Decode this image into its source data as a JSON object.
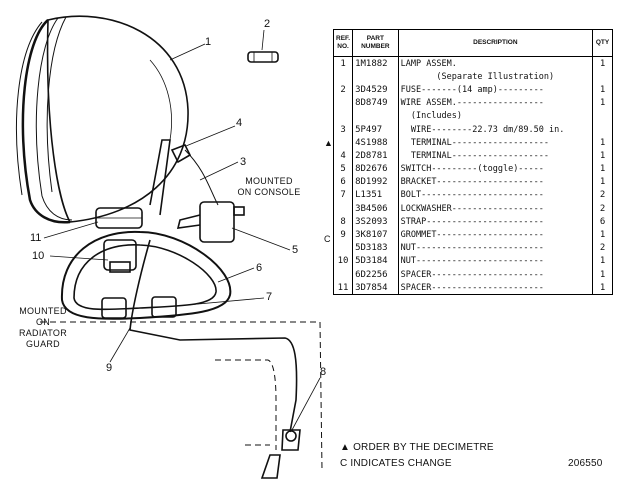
{
  "diagram": {
    "callouts": [
      "1",
      "2",
      "3",
      "4",
      "5",
      "6",
      "7",
      "8",
      "9",
      "10",
      "11"
    ],
    "mount_console": [
      "MOUNTED",
      "ON CONSOLE"
    ],
    "mount_guard": [
      "MOUNTED",
      "ON",
      "RADIATOR",
      "GUARD"
    ]
  },
  "table": {
    "headers": {
      "ref": "REF.\nNO.",
      "part": "PART\nNUMBER",
      "desc": "DESCRIPTION",
      "qty": "QTY"
    },
    "rows": [
      {
        "ref": "1",
        "part": "1M1882",
        "desc": "LAMP ASSEM.",
        "qty": "1"
      },
      {
        "ref": "",
        "part": "",
        "desc": "       (Separate Illustration)",
        "qty": ""
      },
      {
        "ref": "2",
        "part": "3D4529",
        "desc": "FUSE-------(14 amp)---------",
        "qty": "1"
      },
      {
        "ref": "",
        "part": "8D8749",
        "desc": "WIRE ASSEM.-----------------",
        "qty": "1"
      },
      {
        "ref": "",
        "part": "",
        "desc": "  (Includes)",
        "qty": ""
      },
      {
        "ref": "3",
        "part": "5P497",
        "desc": "  WIRE--------22.73 dm/89.50 in.",
        "qty": ""
      },
      {
        "ref": "",
        "part": "4S1988",
        "desc": "  TERMINAL-------------------",
        "qty": "1"
      },
      {
        "ref": "4",
        "part": "2D8781",
        "desc": "  TERMINAL-------------------",
        "qty": "1"
      },
      {
        "ref": "5",
        "part": "8D2676",
        "desc": "SWITCH---------(toggle)-----",
        "qty": "1"
      },
      {
        "ref": "6",
        "part": "8D1992",
        "desc": "BRACKET---------------------",
        "qty": "1"
      },
      {
        "ref": "7",
        "part": "L1351",
        "desc": "BOLT------------------------",
        "qty": "2"
      },
      {
        "ref": "",
        "part": "3B4506",
        "desc": "LOCKWASHER------------------",
        "qty": "2"
      },
      {
        "ref": "8",
        "part": "3S2093",
        "desc": "STRAP-----------------------",
        "qty": "6"
      },
      {
        "ref": "9",
        "part": "3K8107",
        "desc": "GROMMET---------------------",
        "qty": "1"
      },
      {
        "ref": "",
        "part": "5D3183",
        "desc": "NUT-------------------------",
        "qty": "2"
      },
      {
        "ref": "10",
        "part": "5D3184",
        "desc": "NUT-------------------------",
        "qty": "1"
      },
      {
        "ref": "",
        "part": "6D2256",
        "desc": "SPACER----------------------",
        "qty": "1"
      },
      {
        "ref": "11",
        "part": "3D7854",
        "desc": "SPACER----------------------",
        "qty": "1"
      }
    ],
    "markers": {
      "triangle": "▲",
      "change": "C"
    }
  },
  "notes": {
    "decimetre": "▲ ORDER BY THE DECIMETRE",
    "change": "C INDICATES CHANGE",
    "figure_no": "206550"
  }
}
